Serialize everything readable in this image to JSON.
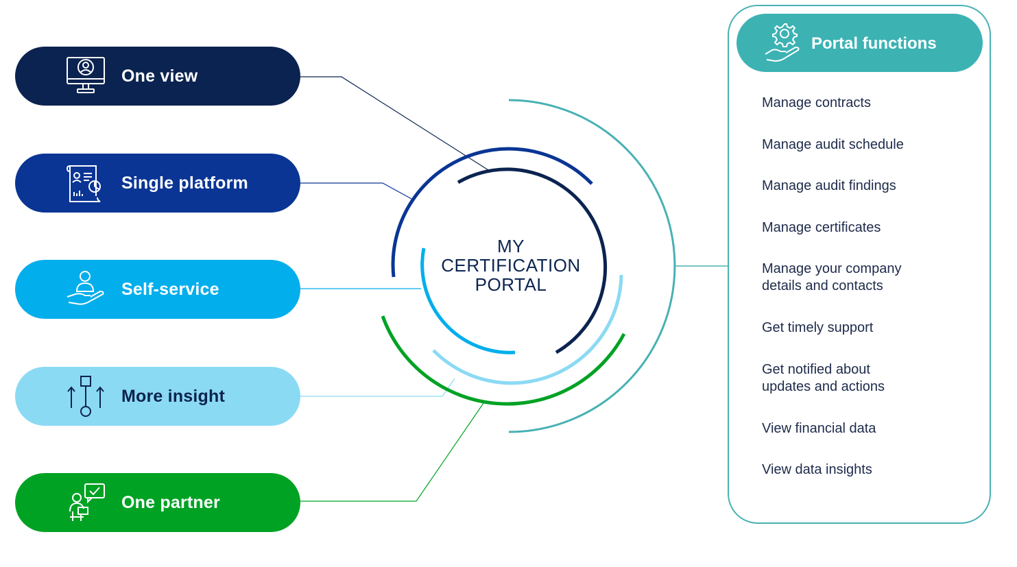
{
  "center": {
    "title_lines": [
      "MY",
      "CERTIFICATION",
      "PORTAL"
    ]
  },
  "benefits": [
    {
      "label": "One view",
      "icon": "monitor-user-icon",
      "bg": "#0b2350",
      "text_color": "#ffffff"
    },
    {
      "label": "Single platform",
      "icon": "report-chart-icon",
      "bg": "#0a3594",
      "text_color": "#ffffff"
    },
    {
      "label": "Self-service",
      "icon": "hand-person-icon",
      "bg": "#03aeec",
      "text_color": "#ffffff"
    },
    {
      "label": "More insight",
      "icon": "flow-arrows-icon",
      "bg": "#8bdaf4",
      "text_color": "#0b2350"
    },
    {
      "label": "One partner",
      "icon": "person-chat-check-icon",
      "bg": "#00a224",
      "text_color": "#ffffff"
    }
  ],
  "functions": {
    "title": "Portal functions",
    "icon": "gear-hand-icon",
    "accent": "#3cb2b3",
    "items": [
      "Manage contracts",
      "Manage audit schedule",
      "Manage audit findings",
      "Manage certificates",
      "Manage your company\ndetails and contacts",
      "Get timely support",
      "Get notified about\nupdates and actions",
      "View financial data",
      "View data insights"
    ]
  }
}
